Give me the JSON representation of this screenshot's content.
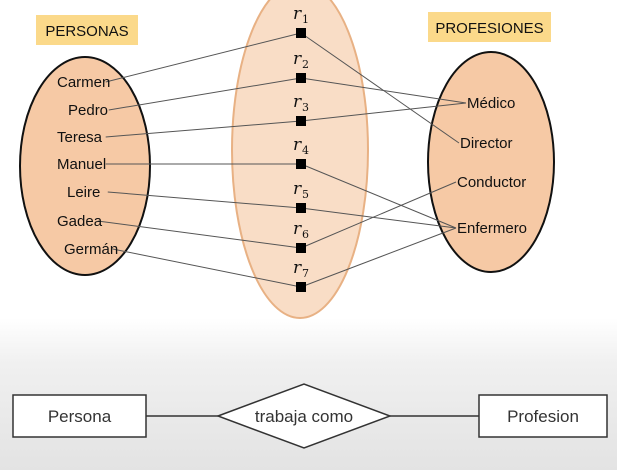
{
  "sets": {
    "personas": {
      "title": "PERSONAS",
      "items": [
        "Carmen",
        "Pedro",
        "Teresa",
        "Manuel",
        "Leire",
        "Gadea",
        "Germán"
      ]
    },
    "profesiones": {
      "title": "PROFESIONES",
      "items": [
        "Médico",
        "Director",
        "Conductor",
        "Enfermero"
      ]
    },
    "relations": {
      "items": [
        {
          "letter": "r",
          "sub": "1"
        },
        {
          "letter": "r",
          "sub": "2"
        },
        {
          "letter": "r",
          "sub": "3"
        },
        {
          "letter": "r",
          "sub": "4"
        },
        {
          "letter": "r",
          "sub": "5"
        },
        {
          "letter": "r",
          "sub": "6"
        },
        {
          "letter": "r",
          "sub": "7"
        }
      ]
    }
  },
  "mapping": [
    {
      "persona": "Carmen",
      "relation": 0,
      "profesion": "Director"
    },
    {
      "persona": "Pedro",
      "relation": 1,
      "profesion": "Médico"
    },
    {
      "persona": "Teresa",
      "relation": 2,
      "profesion": "Médico"
    },
    {
      "persona": "Manuel",
      "relation": 3,
      "profesion": "Enfermero"
    },
    {
      "persona": "Leire",
      "relation": 4,
      "profesion": "Enfermero"
    },
    {
      "persona": "Gadea",
      "relation": 5,
      "profesion": "Conductor"
    },
    {
      "persona": "Germán",
      "relation": 6,
      "profesion": "Enfermero"
    }
  ],
  "er_diagram": {
    "entity_left": "Persona",
    "relationship": "trabaja como",
    "entity_right": "Profesion"
  },
  "colors": {
    "set_fill": "#f6c9a5",
    "center_fill": "#f9ddc6",
    "center_stroke": "#e8b184",
    "title_bg": "#fbd98a",
    "line": "#555555"
  }
}
